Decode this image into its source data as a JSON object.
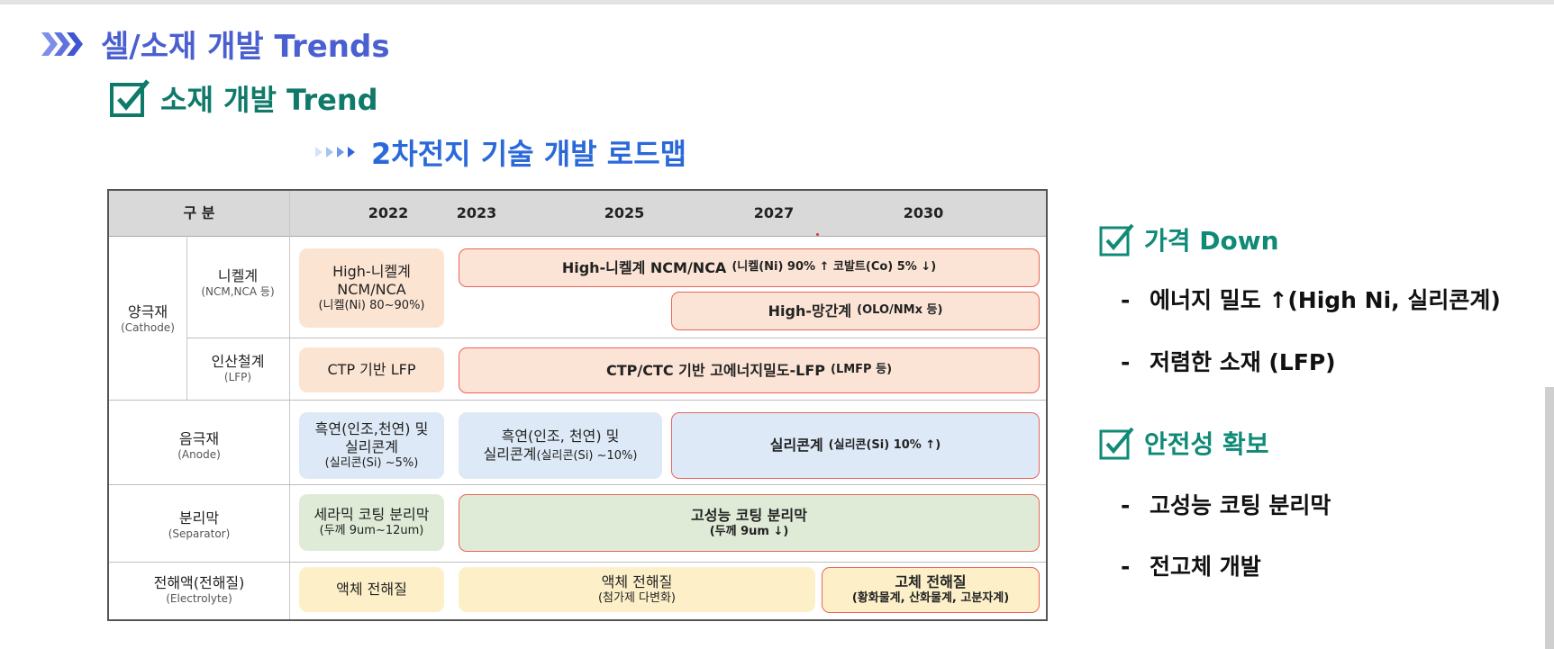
{
  "header": {
    "title": "셀/소재 개발 Trends",
    "subtitle": "소재 개발 Trend",
    "roadmap_title": "2차전지 기술 개발 로드맵"
  },
  "table": {
    "header": {
      "category": "구 분",
      "years": [
        "2022",
        "2023",
        "2025",
        "2027",
        "2030"
      ]
    },
    "cathode": {
      "label": "양극재",
      "label_en": "(Cathode)",
      "nickel": {
        "label": "니켈계",
        "label_en": "(NCM,NCA 등)",
        "box_2022_l1": "High-니켈계",
        "box_2022_l2": "NCM/NCA",
        "box_2022_l3": "(니켈(Ni) 80~90%)",
        "box_main": "High-니켈계 NCM/NCA",
        "box_main_detail": "(니켈(Ni) 90% ↑ 코발트(Co) 5% ↓)",
        "box_mn": "High-망간계",
        "box_mn_detail": "(OLO/NMx 등)"
      },
      "lfp": {
        "label": "인산철계",
        "label_en": "(LFP)",
        "box_2022": "CTP 기반 LFP",
        "box_main": "CTP/CTC 기반 고에너지밀도-LFP",
        "box_main_detail": "(LMFP 등)"
      }
    },
    "anode": {
      "label": "음극재",
      "label_en": "(Anode)",
      "box_2022_l1": "흑연(인조,천연) 및",
      "box_2022_l2": "실리콘계",
      "box_2022_l3": "(실리콘(Si) ~5%)",
      "box_2023_l1": "흑연(인조, 천연) 및",
      "box_2023_l2": "실리콘계",
      "box_2023_l3": "(실리콘(Si) ~10%)",
      "box_main": "실리콘계",
      "box_main_detail": "(실리콘(Si) 10% ↑)"
    },
    "separator": {
      "label": "분리막",
      "label_en": "(Separator)",
      "box_2022_l1": "세라믹 코팅 분리막",
      "box_2022_l2": "(두께 9um~12um)",
      "box_main_l1": "고성능 코팅 분리막",
      "box_main_l2": "(두께 9um ↓)"
    },
    "electrolyte": {
      "label": "전해액(전해질)",
      "label_en": "(Electrolyte)",
      "box_2022": "액체 전해질",
      "box_mid_l1": "액체 전해질",
      "box_mid_l2": "(첨가제 다변화)",
      "box_solid_l1": "고체 전해질",
      "box_solid_l2": "(황화물계, 산화물계, 고분자계)"
    }
  },
  "side": {
    "price_heading": "가격 Down",
    "price_items": [
      "에너지 밀도 ↑(High Ni, 실리콘계)",
      "저렴한 소재 (LFP)"
    ],
    "safety_heading": "안전성 확보",
    "safety_items": [
      "고성능 코팅 분리막",
      "전고체 개발"
    ],
    "bullet_dash": "-"
  },
  "colors": {
    "title": "#4a5fd0",
    "subtitle": "#0f7a6a",
    "roadmap": "#2b69d9",
    "side_heading": "#0f8a76",
    "highlight_border": "#e8645a"
  }
}
